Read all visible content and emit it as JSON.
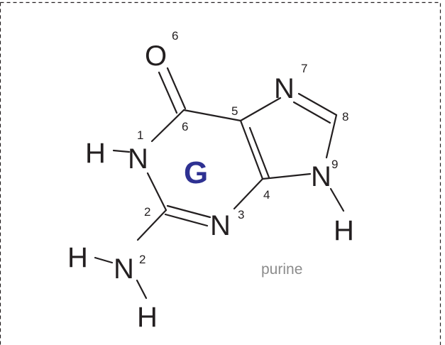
{
  "molecule": {
    "letter": "G",
    "class_label": "purine"
  },
  "atoms": {
    "O6": "O",
    "N7": "N",
    "H1": "H",
    "N1": "N",
    "N9": "N",
    "N3": "N",
    "H9": "H",
    "Hn2a": "H",
    "N2": "N",
    "Hn2b": "H"
  },
  "numbers": {
    "o6": "6",
    "n7": "7",
    "c8": "8",
    "c5": "5",
    "n1": "1",
    "c6": "6",
    "n9": "9",
    "c4": "4",
    "c2": "2",
    "n3": "3",
    "n2": "2"
  },
  "colors": {
    "letter": "#2e3192",
    "class_label": "#8c8c8c",
    "ink": "#231f20"
  }
}
